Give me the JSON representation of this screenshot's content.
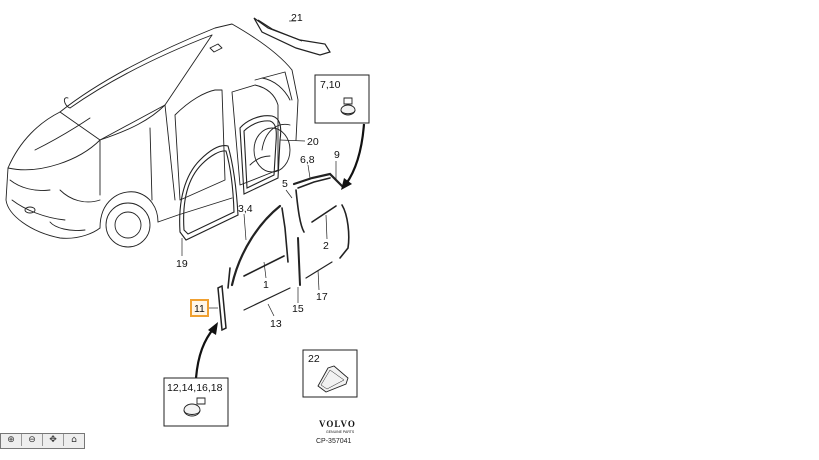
{
  "labels": {
    "p21": "21",
    "p20": "20",
    "p19": "19",
    "p9": "9",
    "p68": "6,8",
    "p5": "5",
    "p34": "3,4",
    "p2": "2",
    "p1": "1",
    "p17": "17",
    "p15": "15",
    "p13": "13",
    "p11": "11"
  },
  "boxes": {
    "clip_top": "7,10",
    "clip_bottom": "12,14,16,18",
    "patch": "22"
  },
  "brand": {
    "name": "VOLVO",
    "tagline": "GENUINE PARTS",
    "diagram_id": "CP-357041"
  },
  "colors": {
    "highlight": "#f0a030",
    "line": "#222222"
  },
  "toolbar": {
    "icons": [
      "zoom-in-icon",
      "zoom-out-icon",
      "pan-icon",
      "home-icon"
    ]
  }
}
